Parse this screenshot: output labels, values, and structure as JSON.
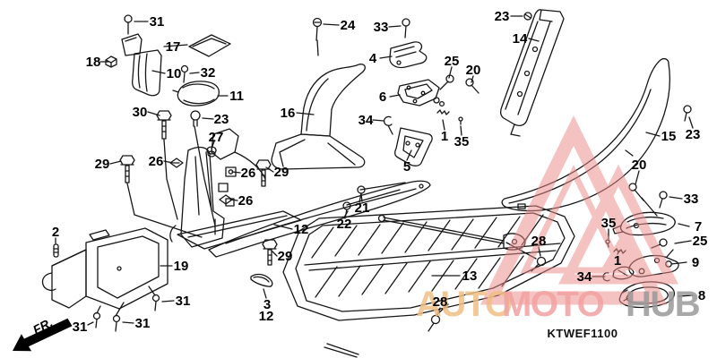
{
  "diagram": {
    "code": "KTWEF1100",
    "front_marker": "FR.",
    "callouts": [
      "31",
      "17",
      "18",
      "10",
      "32",
      "11",
      "30",
      "23",
      "27",
      "26",
      "29",
      "24",
      "33",
      "4",
      "6",
      "16",
      "34",
      "25",
      "20",
      "1",
      "35",
      "5",
      "23",
      "14",
      "23",
      "15",
      "20",
      "33",
      "7",
      "35",
      "25",
      "1",
      "9",
      "34",
      "8",
      "26",
      "29",
      "21",
      "22",
      "26",
      "12",
      "29",
      "2",
      "19",
      "31",
      "31",
      "31",
      "3",
      "12",
      "13",
      "28",
      "28"
    ]
  },
  "watermark": {
    "part1": "AUTO",
    "part2": "MOTO",
    "part3": "HUB",
    "part1_color": "#f0bf85",
    "part2_color": "#f2a2a2",
    "part3_color": "#9a9a9a",
    "logo_color": "#ec8c8c"
  }
}
